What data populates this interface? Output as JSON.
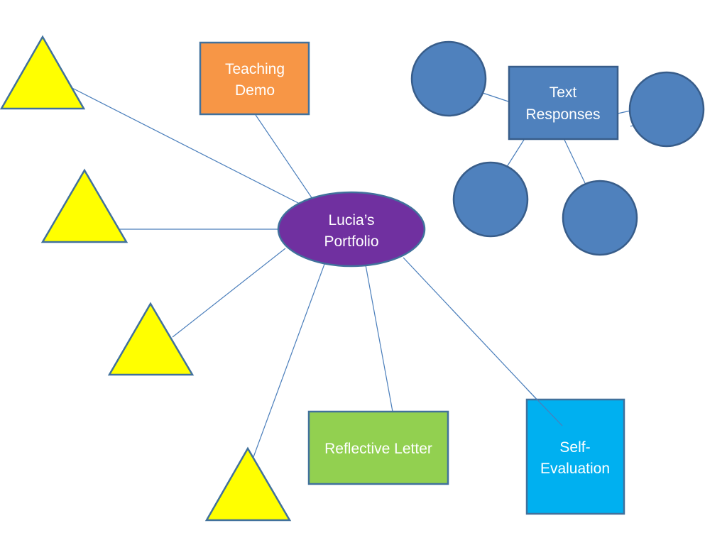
{
  "diagram": {
    "colors": {
      "background": "#ffffff",
      "edge": "#4a7ebb",
      "triangle_fill": "#ffff00",
      "triangle_stroke": "#41719c",
      "circle_fill": "#4f81bd",
      "circle_stroke": "#385d8a",
      "center_fill": "#7030a0",
      "teaching_demo_fill": "#f79646",
      "text_responses_fill": "#4f81bd",
      "reflective_letter_fill": "#92d050",
      "self_evaluation_fill": "#00b0f0",
      "label_text": "#ffffff"
    },
    "center": {
      "label_line1": "Lucia’s",
      "label_line2": "Portfolio"
    },
    "teaching_demo": {
      "label_line1": "Teaching",
      "label_line2": "Demo"
    },
    "text_responses": {
      "label_line1": "Text",
      "label_line2": "Responses"
    },
    "reflective_letter": {
      "label": "Reflective Letter"
    },
    "self_evaluation": {
      "label_line1": "Self-",
      "label_line2": "Evaluation"
    },
    "triangle_count": 4,
    "circle_count": 4
  }
}
